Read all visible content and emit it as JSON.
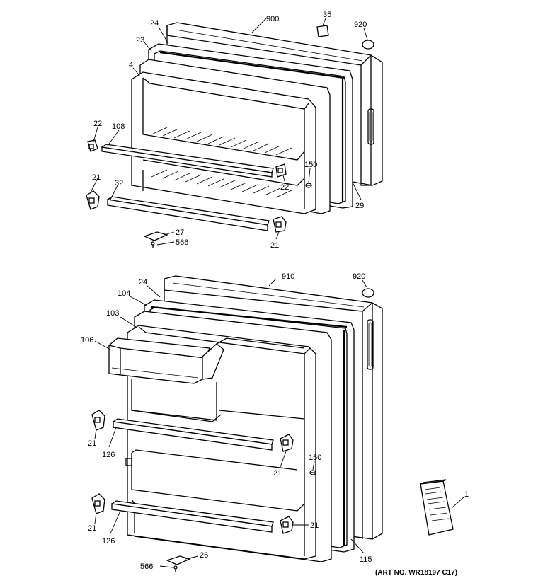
{
  "diagram": {
    "art_number": "(ART NO. WR18197 C17)",
    "callouts": {
      "freezer_door_outer": "900",
      "top_small_part": "35",
      "freezer_plug": "920",
      "freezer_gasket_24": "24",
      "freezer_gasket_23": "23",
      "freezer_liner": "4",
      "freezer_clip_left_upper": "22",
      "freezer_bar_upper": "108",
      "freezer_cap_left_lower": "21",
      "freezer_bar_lower": "32",
      "freezer_screw_150": "150",
      "freezer_clip_right": "22",
      "freezer_hinge_side": "29",
      "freezer_bracket": "27",
      "freezer_screw": "566",
      "freezer_cap_right_lower": "21",
      "fresh_door_outer": "910",
      "fresh_plug": "920",
      "fresh_gasket_24": "24",
      "fresh_gasket_104": "104",
      "fresh_liner_103": "103",
      "fresh_dairy_door": "106",
      "fresh_cap_left_upper": "21",
      "fresh_bar_upper": "126",
      "fresh_cap_right_upper": "21",
      "fresh_screw_150": "150",
      "fresh_cap_left_lower": "21",
      "fresh_bar_lower": "126",
      "fresh_cap_right_lower": "21",
      "fresh_bracket": "26",
      "fresh_screw": "566",
      "fresh_hinge_side": "115",
      "manual": "1"
    }
  }
}
